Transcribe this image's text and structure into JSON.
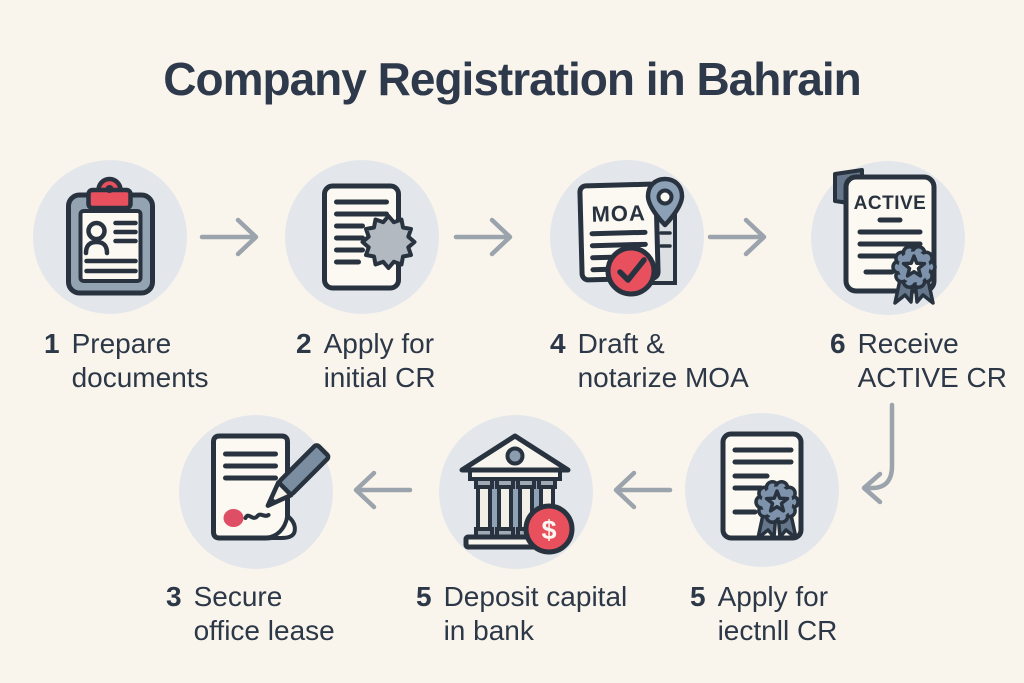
{
  "title": "Company Registration in Bahrain",
  "steps": [
    {
      "number": "1",
      "line1": "Prepare",
      "line2": "documents"
    },
    {
      "number": "2",
      "line1": "Apply for",
      "line2": "initial CR"
    },
    {
      "number": "4",
      "line1": "Draft &",
      "line2": "notarize MOA"
    },
    {
      "number": "6",
      "line1": "Receive",
      "line2": "ACTIVE CR"
    },
    {
      "number": "3",
      "line1": "Secure",
      "line2": "office lease"
    },
    {
      "number": "5",
      "line1": "Deposit capital",
      "line2": "in bank"
    },
    {
      "number": "5",
      "line1": "Apply for",
      "line2": "iectnll CR"
    }
  ],
  "icon_labels": {
    "moa_document": "MOA",
    "active_certificate": "ACTIVE",
    "bank_dollar": "$"
  },
  "colors": {
    "background": "#FAF5EC",
    "text": "#2C3848",
    "outline": "#28333F",
    "accent_red": "#E8505E",
    "blue_gray_mid": "#7E93AB",
    "blue_gray_light": "#93A5B8",
    "blue_gray_dark": "#66778C",
    "seal_gray": "#B2B9C1",
    "circle_fill": "#E3E7EB",
    "arrow": "#9BA3AC",
    "paper": "#FBF9F2"
  }
}
